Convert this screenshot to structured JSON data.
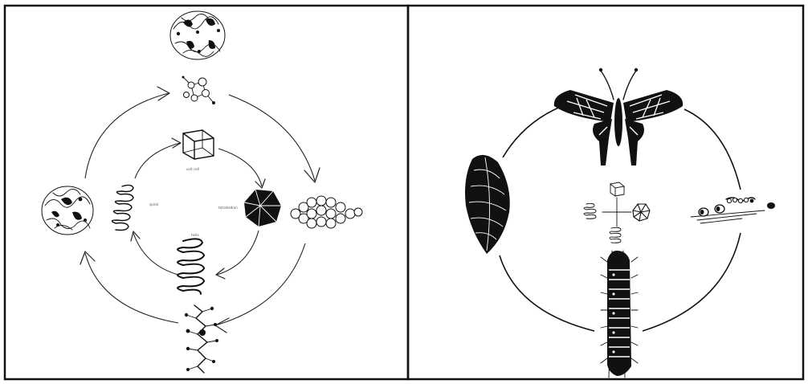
{
  "panels": [
    {
      "id": "left",
      "components": [
        "protein-top",
        "molecule-top",
        "cube",
        "polyhedron",
        "helix-middle",
        "helix-bottom",
        "helix-left",
        "protein-left",
        "sphere-cluster-right",
        "molecular-chain-bottom"
      ]
    },
    {
      "id": "right",
      "components": [
        "butterfly",
        "chrysalis",
        "egg-and-larva-twig",
        "caterpillar",
        "mini-cube",
        "mini-helix-left",
        "mini-helix-bottom",
        "mini-polyhedron"
      ]
    }
  ],
  "colors": {
    "ink": "#111111",
    "background": "#ffffff",
    "line": "#222222"
  }
}
